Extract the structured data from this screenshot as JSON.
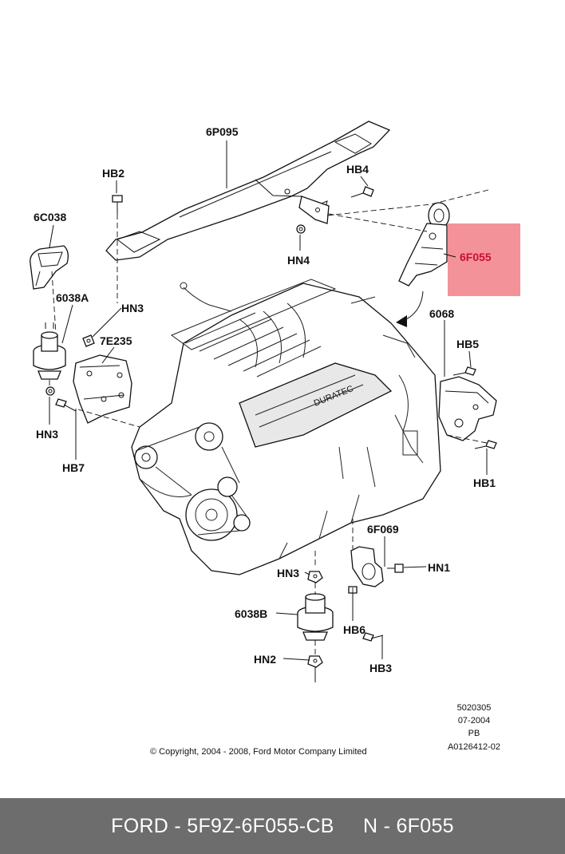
{
  "colors": {
    "highlight": "#f4929a",
    "highlight_text": "#c8102e",
    "footer_bg": "#6d6d6d",
    "footer_text": "#ffffff"
  },
  "labels": {
    "p6p095": "6P095",
    "hb2": "HB2",
    "hb4": "HB4",
    "p6c038": "6C038",
    "hn4": "HN4",
    "p6f055": "6F055",
    "p6038a": "6038A",
    "hn3_top": "HN3",
    "p6068": "6068",
    "p7e235": "7E235",
    "hb5": "HB5",
    "hn3_left": "HN3",
    "hb7": "HB7",
    "hb1": "HB1",
    "p6f069": "6F069",
    "hn3_bottom": "HN3",
    "hn1": "HN1",
    "p6038b": "6038B",
    "hb6": "HB6",
    "hn2": "HN2",
    "hb3": "HB3"
  },
  "reference": {
    "line1": "5020305",
    "line2": "07-2004",
    "line3": "PB",
    "line4": "A0126412-02"
  },
  "copyright": "© Copyright, 2004 - 2008, Ford Motor Company Limited",
  "engine_badge": "DURATEC",
  "footer": {
    "text": "FORD - 5F9Z-6F055-CB     N - 6F055"
  }
}
